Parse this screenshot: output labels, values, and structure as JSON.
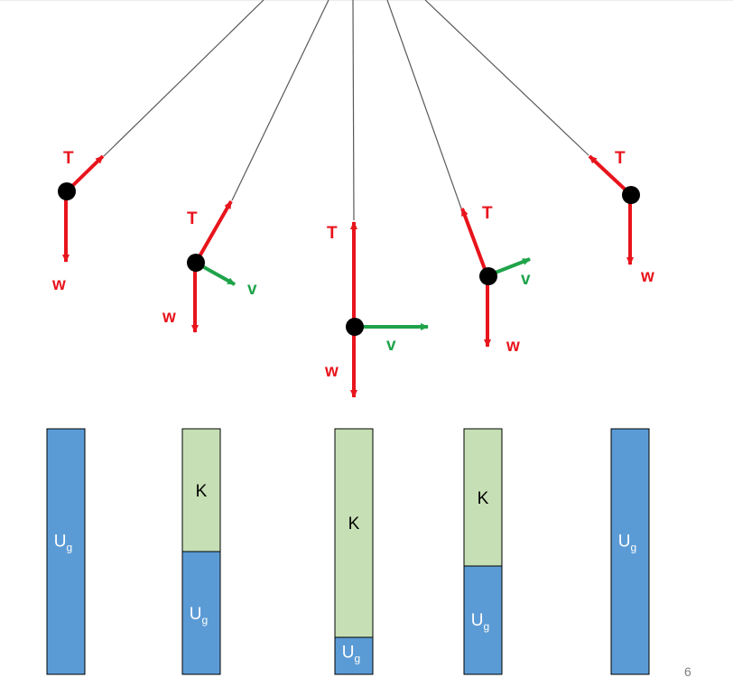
{
  "colors": {
    "force_arrow": "#e8141c",
    "velocity_arrow": "#1fa34a",
    "string_line": "#595959",
    "bob": "#000000",
    "kinetic_bar": "#c6dfb5",
    "potential_bar": "#5b9bd5",
    "bar_border": "#000000"
  },
  "labels": {
    "tension": "T",
    "weight": "w",
    "velocity": "v",
    "kinetic": "K",
    "potential_main": "U",
    "potential_sub": "g"
  },
  "positions": [
    {
      "name": "left-extreme",
      "has_velocity": false,
      "kinetic_fraction": 0.0
    },
    {
      "name": "left-mid",
      "has_velocity": true,
      "kinetic_fraction": 0.5
    },
    {
      "name": "bottom",
      "has_velocity": true,
      "kinetic_fraction": 0.85
    },
    {
      "name": "right-mid",
      "has_velocity": true,
      "kinetic_fraction": 0.56
    },
    {
      "name": "right-extreme",
      "has_velocity": false,
      "kinetic_fraction": 0.0
    }
  ],
  "slide_number": "6"
}
